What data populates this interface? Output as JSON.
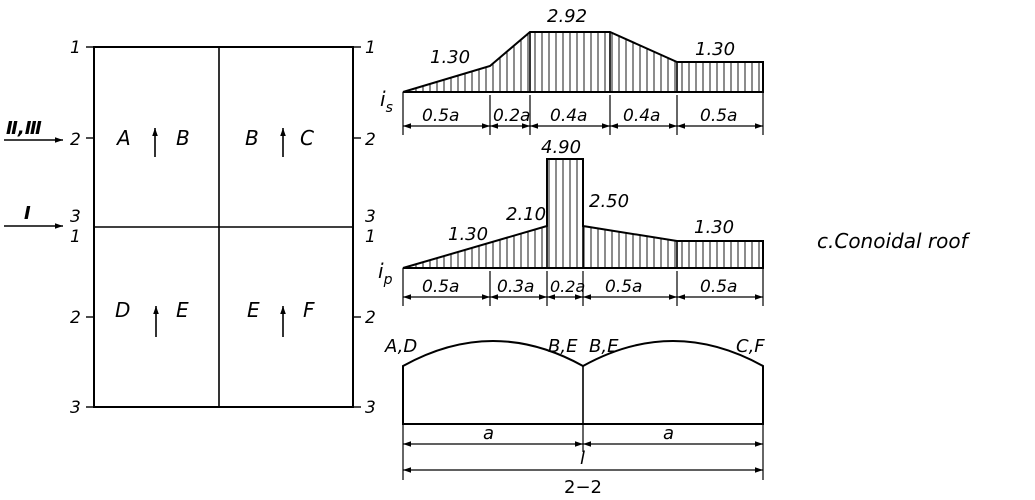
{
  "caption": "c.Conoidal roof",
  "plan": {
    "wind_upper": "Ⅱ,Ⅲ",
    "wind_lower": "I",
    "left_marks": [
      "1",
      "2",
      "3",
      "1",
      "2",
      "3"
    ],
    "right_marks": [
      "1",
      "2",
      "3",
      "1",
      "2",
      "3"
    ],
    "cells": [
      {
        "left": "A",
        "right": "B"
      },
      {
        "left": "B",
        "right": "C"
      },
      {
        "left": "D",
        "right": "E"
      },
      {
        "left": "E",
        "right": "F"
      }
    ]
  },
  "chart_s": {
    "axis_label": "i",
    "axis_sub": "s",
    "values": [
      "1.30",
      "2.92",
      "1.30"
    ],
    "dims": [
      "0.5a",
      "0.2a",
      "0.4a",
      "0.4a",
      "0.5a"
    ]
  },
  "chart_p": {
    "axis_label": "i",
    "axis_sub": "p",
    "values": [
      "1.30",
      "2.10",
      "4.90",
      "2.50",
      "1.30"
    ],
    "dims": [
      "0.5a",
      "0.3a",
      "0.2a",
      "0.5a",
      "0.5a"
    ]
  },
  "section": {
    "labels": [
      "A,D",
      "B,E",
      "B,E",
      "C,F"
    ],
    "dims": [
      "a",
      "a"
    ],
    "total": "l",
    "name": "2−2"
  }
}
